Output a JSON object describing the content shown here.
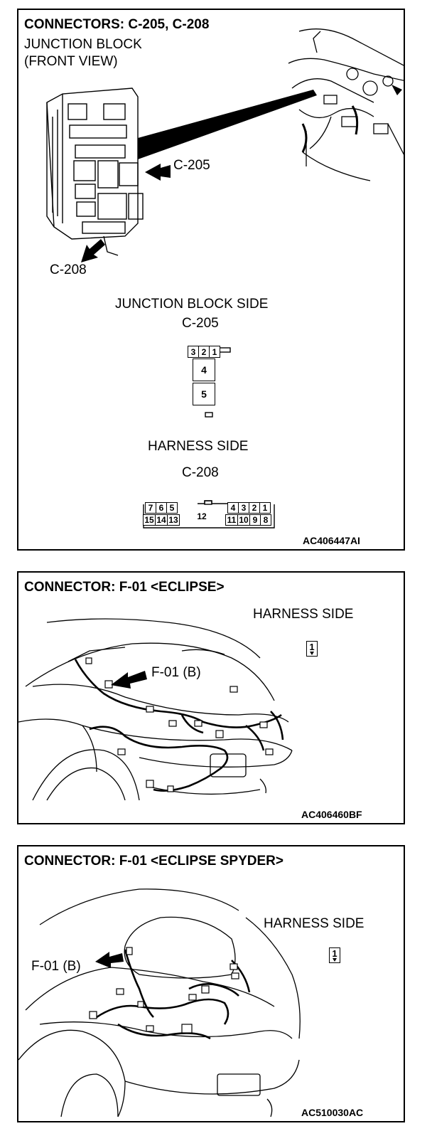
{
  "panel1": {
    "title": "CONNECTORS: C-205, C-208",
    "subtitle_line1": "JUNCTION BLOCK",
    "subtitle_line2": "(FRONT VIEW)",
    "callout_c205": "C-205",
    "callout_c208": "C-208",
    "jb_side_label": "JUNCTION BLOCK SIDE",
    "jb_side_connector": "C-205",
    "c205_pins": [
      "3",
      "2",
      "1",
      "4",
      "5"
    ],
    "harness_side_label": "HARNESS SIDE",
    "harness_side_connector": "C-208",
    "c208_top_pins": [
      "7",
      "6",
      "5",
      "4",
      "3",
      "2",
      "1"
    ],
    "c208_center_pin": "12",
    "c208_bottom_pins": [
      "15",
      "14",
      "13",
      "11",
      "10",
      "9",
      "8"
    ],
    "figure_code": "AC406447AI"
  },
  "panel2": {
    "title": "CONNECTOR: F-01 <ECLIPSE>",
    "harness_side_label": "HARNESS SIDE",
    "pin": "1",
    "callout": "F-01 (B)",
    "figure_code": "AC406460BF"
  },
  "panel3": {
    "title": "CONNECTOR: F-01 <ECLIPSE SPYDER>",
    "harness_side_label": "HARNESS SIDE",
    "pin": "1",
    "callout": "F-01 (B)",
    "figure_code": "AC510030AC"
  }
}
